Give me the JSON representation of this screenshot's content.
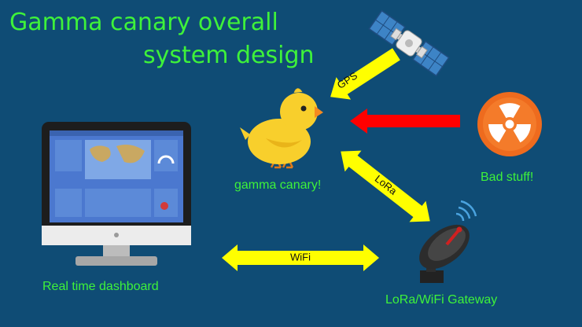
{
  "title": {
    "line1": "Gamma canary overall",
    "line2": "system design"
  },
  "nodes": {
    "canary": "gamma canary!",
    "bad_stuff": "Bad stuff!",
    "dashboard": "Real time dashboard",
    "gateway": "LoRa/WiFi Gateway"
  },
  "links": {
    "gps": "GPS",
    "lora": "LoRa",
    "wifi": "WiFi"
  },
  "icons": {
    "satellite": "satellite-icon",
    "canary": "canary-bird-icon",
    "radiation": "radiation-icon",
    "monitor": "monitor-icon",
    "dish": "satellite-dish-icon"
  },
  "colors": {
    "background": "#0f4c75",
    "text": "#3ef23a",
    "data_arrow": "#ffff00",
    "hazard_arrow": "#ff0000"
  }
}
